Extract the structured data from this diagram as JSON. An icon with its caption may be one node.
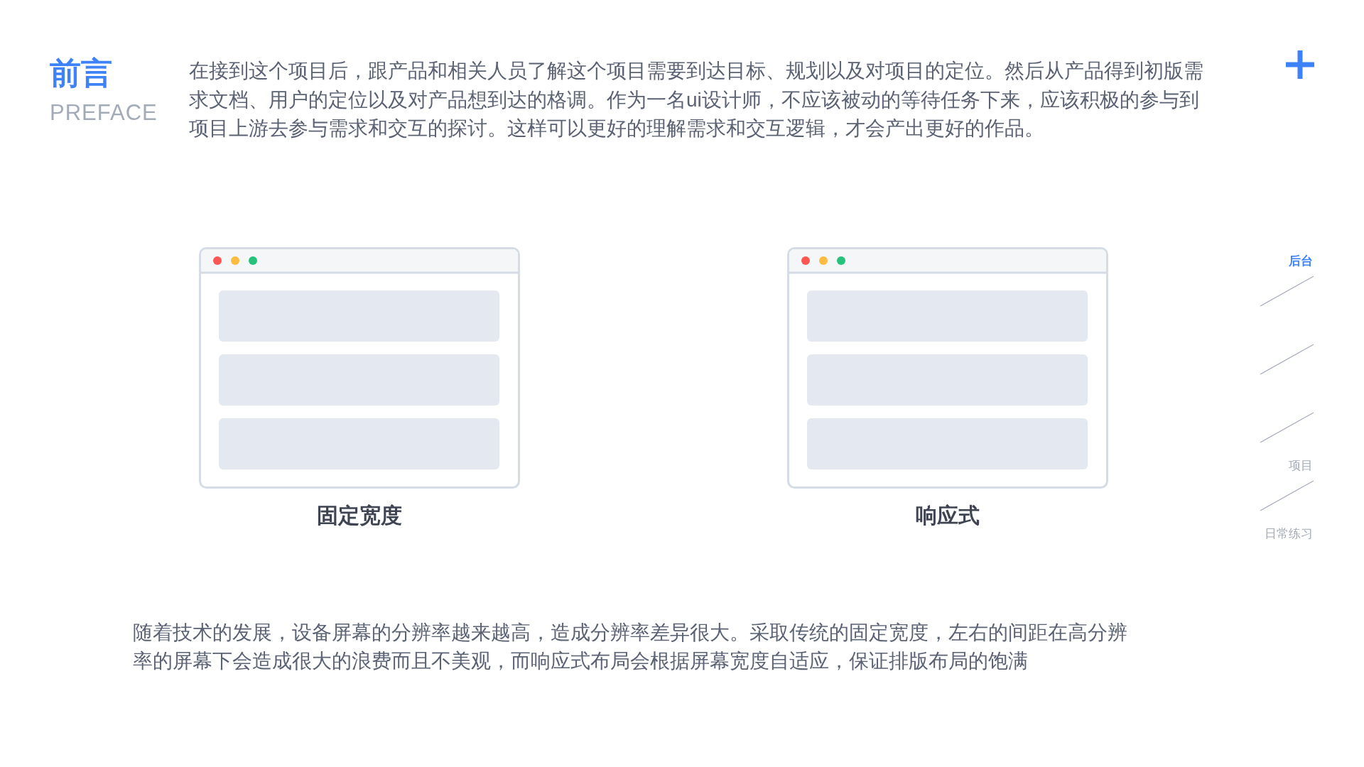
{
  "diagram": {
    "title": "前言",
    "nodes": [
      {
        "text": [],
        "shape": "picture",
        "beside": [
          "固定宽度"
        ]
      },
      {
        "text": [],
        "shape": "picture",
        "beside": [
          "响应式"
        ]
      }
    ],
    "labels": [
      "PREFACE",
      "在接到这个项目后，跟产品和相关人员了解这个项目需要到达目标、规划以及对项目的定位。然后从产品得到初版需求文档、用户的定位以及对产品想到达的格调。作为一名ui设计师，不应该被动的等待任务下来，应该积极的参与到项目上游去参与需求和交互的探讨。这样可以更好的理解需求和交互逻辑，才会产出更好的作品。",
      "后台",
      "项目",
      "日常练习",
      "随着技术的发展，设备屏幕的分辨率越来越高，造成分辨率差异很大。采取传统的固定宽度，左右的间距在高分辨率的屏幕下会造成很大的浪费而且不美观，而响应式布局会根据屏幕宽度自适应，保证排版布局的饱满"
    ]
  }
}
